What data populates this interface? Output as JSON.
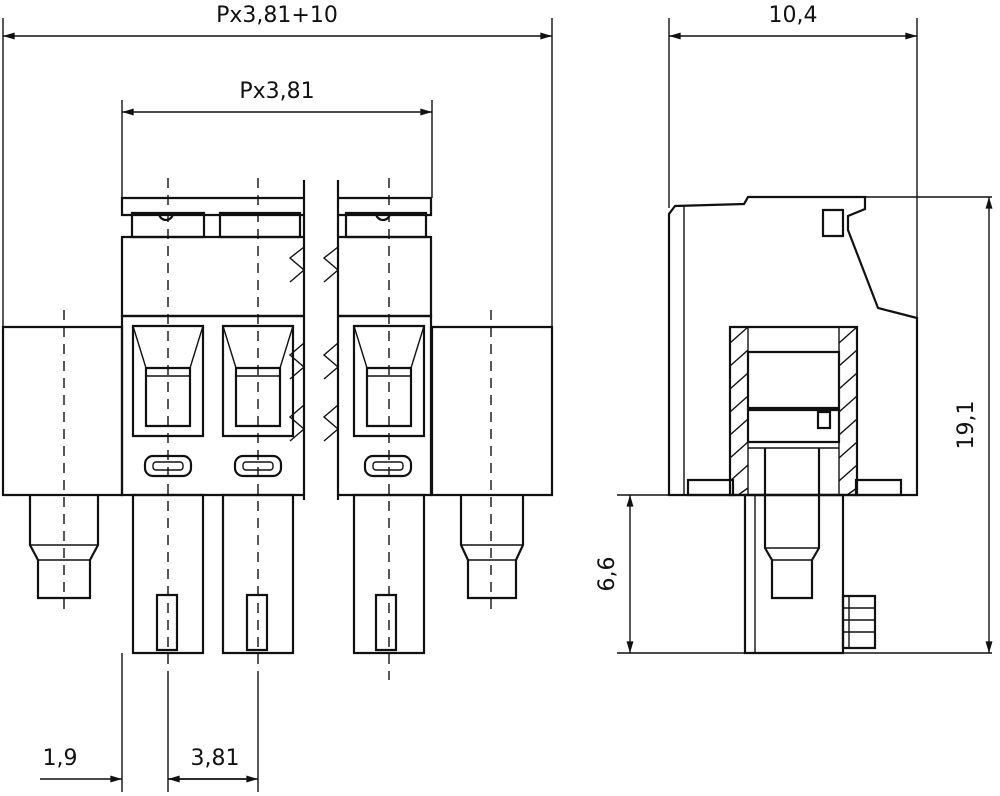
{
  "drawing": {
    "dimensions": {
      "overall_width": "Px3,81+10",
      "pitch_span": "Px3,81",
      "depth": "10,4",
      "height": "19,1",
      "pin_length": "6,6",
      "edge_offset": "1,9",
      "pitch": "3,81"
    }
  }
}
